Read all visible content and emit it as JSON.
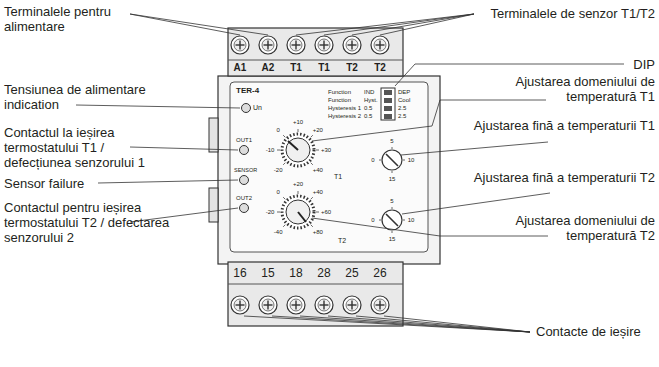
{
  "diagram": {
    "labels": [
      "Terminalele pentru alimentare",
      "Terminalele de senzor T1/T2",
      "Tensiunea de alimentare indication",
      "DIP",
      "Ajustarea domeniului de temperatură T1",
      "Ajustarea fină a temperaturii T1",
      "Contactul la ieșirea termostatului T1 / defecțiunea senzorului 1",
      "Sensor failure",
      "Ajustarea fină a temperaturii T2",
      "Contactul pentru ieșirea termostatului T2 / defectarea senzorului 2",
      "Ajustarea domeniului de temperatură T2",
      "Contacte de ieșire",
      "A1",
      "A2",
      "T1",
      "T1",
      "T2",
      "T2",
      "TER-4",
      "Un",
      "Function",
      "IND",
      "Function",
      "Hyst.",
      "Hysteresis 1",
      "0.5",
      "Hysteresis 2",
      "0.5",
      "DEP",
      "Cool",
      "2.5",
      "2.5",
      "OUT1",
      "SENSOR",
      "OUT2",
      "-20",
      "-10",
      "0",
      "+10",
      "+20",
      "+30",
      "+40",
      "-40",
      "-20",
      "0",
      "+20",
      "+40",
      "+60",
      "+80",
      "0",
      "5",
      "10",
      "15",
      "0",
      "5",
      "10",
      "15",
      "T1",
      "T2",
      "16",
      "15",
      "18",
      "28",
      "25",
      "26"
    ]
  }
}
